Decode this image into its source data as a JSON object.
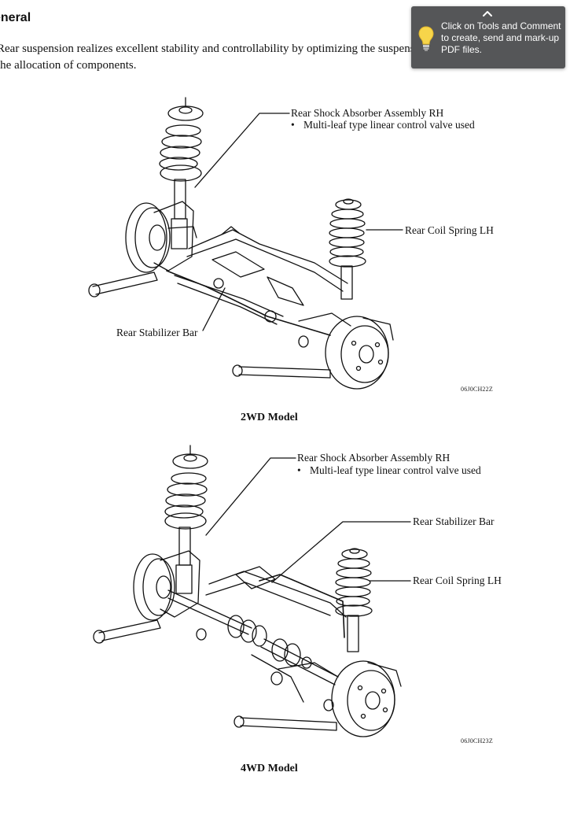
{
  "section": {
    "heading": "eneral",
    "intro_line1": "Rear suspension realizes excellent stability and controllability by optimizing the suspension and",
    "intro_line2": "the allocation of components."
  },
  "figure_2wd": {
    "shock_label": "Rear Shock Absorber Assembly RH",
    "shock_bullet": "Multi-leaf type linear control valve used",
    "spring_label": "Rear Coil Spring LH",
    "stabilizer_label": "Rear Stabilizer Bar",
    "code": "06J0CH22Z",
    "caption": "2WD Model"
  },
  "figure_4wd": {
    "shock_label": "Rear Shock Absorber Assembly RH",
    "shock_bullet": "Multi-leaf type linear control valve used",
    "stabilizer_label": "Rear Stabilizer Bar",
    "spring_label": "Rear Coil Spring LH",
    "code": "06J0CH23Z",
    "caption": "4WD Model"
  },
  "tooltip": {
    "text": "Click on Tools and Comment to create, send and mark-up PDF files.",
    "icons": [
      "chevron-up-icon",
      "lightbulb-icon"
    ]
  }
}
